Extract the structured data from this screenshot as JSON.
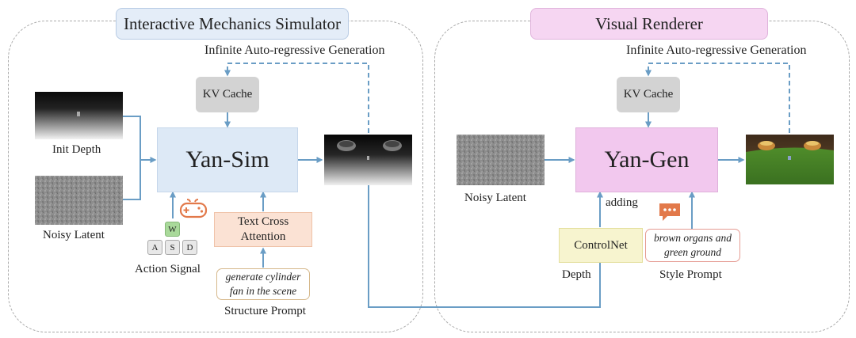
{
  "left_panel": {
    "title": "Interactive Mechanics Simulator",
    "loop_label": "Infinite Auto-regressive Generation",
    "kv_cache": "KV Cache",
    "model": "Yan-Sim",
    "inputs": {
      "init_depth": "Init Depth",
      "noisy_latent": "Noisy Latent"
    },
    "action": {
      "keys": [
        "W",
        "A",
        "S",
        "D"
      ],
      "label": "Action Signal",
      "gamepad_icon": "gamepad-icon"
    },
    "text_cross_attention": "Text Cross Attention",
    "structure_prompt_text": "generate cylinder fan in the scene",
    "structure_prompt_label": "Structure Prompt"
  },
  "right_panel": {
    "title": "Visual Renderer",
    "loop_label": "Infinite Auto-regressive Generation",
    "kv_cache": "KV Cache",
    "model": "Yan-Gen",
    "noisy_latent": "Noisy Latent",
    "adding": "adding",
    "controlnet": "ControlNet",
    "depth_label": "Depth",
    "style_prompt_text": "brown organs and green ground",
    "style_prompt_label": "Style Prompt",
    "chat_icon": "chat-bubble-icon"
  },
  "colors": {
    "arrow": "#6a9dc5",
    "sim_fill": "#dde9f6",
    "gen_fill": "#f2c8ee",
    "title_left_fill": "#e4edf8",
    "title_right_fill": "#f6d6f2",
    "kv_fill": "#d3d3d3",
    "attention_fill": "#fbe2d4",
    "controlnet_fill": "#f7f4cf",
    "key_w_fill": "#a9d99a",
    "icon_orange": "#e2794a",
    "prompt_border": "#e59b92"
  }
}
